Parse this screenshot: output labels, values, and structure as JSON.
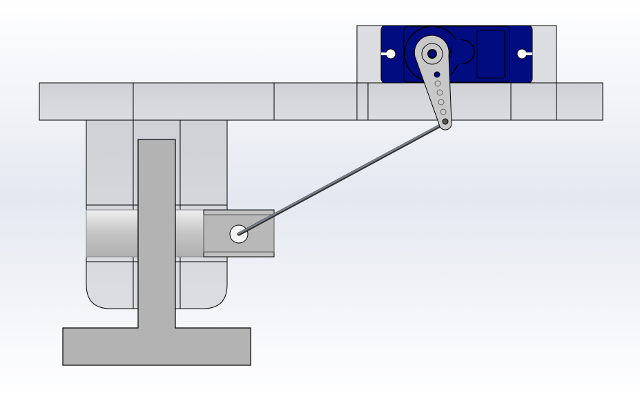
{
  "scene": {
    "colors": {
      "servo_body": "#000c80",
      "part_light": "#d4d6da",
      "part_mid": "#b3b3b3",
      "rod": "#5a5f6a",
      "outline": "#000000"
    },
    "parts": [
      "base-bar",
      "servo-mount",
      "servo",
      "servo-horn",
      "push-rod",
      "hinge-housing",
      "t-stem",
      "clevis-block"
    ]
  }
}
